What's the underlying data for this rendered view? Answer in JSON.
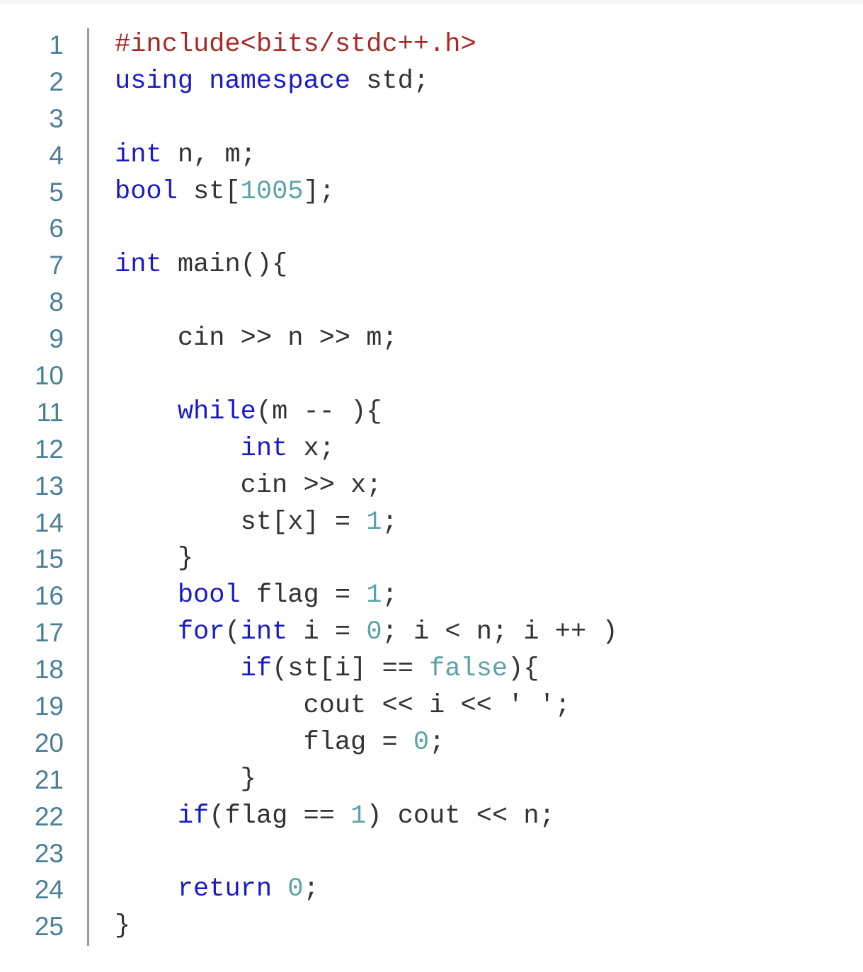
{
  "editor": {
    "colors": {
      "background": "#ffffff",
      "line_number": "#4a7f98",
      "gutter_border": "#9a9a9a",
      "keyword": "#1a1ac9",
      "number": "#5aa4a8",
      "preprocessor": "#a82a28",
      "default_text": "#333333"
    },
    "lines": [
      {
        "number": "1",
        "tokens": [
          {
            "text": "#include<bits/stdc++.h>",
            "type": "meta"
          }
        ]
      },
      {
        "number": "2",
        "tokens": [
          {
            "text": "using namespace",
            "type": "kw"
          },
          {
            "text": " std;",
            "type": "default"
          }
        ]
      },
      {
        "number": "3",
        "tokens": []
      },
      {
        "number": "4",
        "tokens": [
          {
            "text": "int",
            "type": "kw"
          },
          {
            "text": " n, m;",
            "type": "default"
          }
        ]
      },
      {
        "number": "5",
        "tokens": [
          {
            "text": "bool",
            "type": "kw"
          },
          {
            "text": " st[",
            "type": "default"
          },
          {
            "text": "1005",
            "type": "num"
          },
          {
            "text": "];",
            "type": "default"
          }
        ]
      },
      {
        "number": "6",
        "tokens": []
      },
      {
        "number": "7",
        "tokens": [
          {
            "text": "int",
            "type": "kw"
          },
          {
            "text": " main(){",
            "type": "default"
          }
        ]
      },
      {
        "number": "8",
        "tokens": []
      },
      {
        "number": "9",
        "tokens": [
          {
            "text": "    cin >> n >> m;",
            "type": "default"
          }
        ]
      },
      {
        "number": "10",
        "tokens": []
      },
      {
        "number": "11",
        "tokens": [
          {
            "text": "    ",
            "type": "default"
          },
          {
            "text": "while",
            "type": "kw"
          },
          {
            "text": "(m -- ){",
            "type": "default"
          }
        ]
      },
      {
        "number": "12",
        "tokens": [
          {
            "text": "        ",
            "type": "default"
          },
          {
            "text": "int",
            "type": "kw"
          },
          {
            "text": " x;",
            "type": "default"
          }
        ]
      },
      {
        "number": "13",
        "tokens": [
          {
            "text": "        cin >> x;",
            "type": "default"
          }
        ]
      },
      {
        "number": "14",
        "tokens": [
          {
            "text": "        st[x] = ",
            "type": "default"
          },
          {
            "text": "1",
            "type": "num"
          },
          {
            "text": ";",
            "type": "default"
          }
        ]
      },
      {
        "number": "15",
        "tokens": [
          {
            "text": "    }",
            "type": "default"
          }
        ]
      },
      {
        "number": "16",
        "tokens": [
          {
            "text": "    ",
            "type": "default"
          },
          {
            "text": "bool",
            "type": "kw"
          },
          {
            "text": " flag = ",
            "type": "default"
          },
          {
            "text": "1",
            "type": "num"
          },
          {
            "text": ";",
            "type": "default"
          }
        ]
      },
      {
        "number": "17",
        "tokens": [
          {
            "text": "    ",
            "type": "default"
          },
          {
            "text": "for",
            "type": "kw"
          },
          {
            "text": "(",
            "type": "default"
          },
          {
            "text": "int",
            "type": "kw"
          },
          {
            "text": " i = ",
            "type": "default"
          },
          {
            "text": "0",
            "type": "num"
          },
          {
            "text": "; i < n; i ++ )",
            "type": "default"
          }
        ]
      },
      {
        "number": "18",
        "tokens": [
          {
            "text": "        ",
            "type": "default"
          },
          {
            "text": "if",
            "type": "kw"
          },
          {
            "text": "(st[i] == ",
            "type": "default"
          },
          {
            "text": "false",
            "type": "num"
          },
          {
            "text": "){",
            "type": "default"
          }
        ]
      },
      {
        "number": "19",
        "tokens": [
          {
            "text": "            cout << i << ' ';",
            "type": "default"
          }
        ]
      },
      {
        "number": "20",
        "tokens": [
          {
            "text": "            flag = ",
            "type": "default"
          },
          {
            "text": "0",
            "type": "num"
          },
          {
            "text": ";",
            "type": "default"
          }
        ]
      },
      {
        "number": "21",
        "tokens": [
          {
            "text": "        }",
            "type": "default"
          }
        ]
      },
      {
        "number": "22",
        "tokens": [
          {
            "text": "    ",
            "type": "default"
          },
          {
            "text": "if",
            "type": "kw"
          },
          {
            "text": "(flag == ",
            "type": "default"
          },
          {
            "text": "1",
            "type": "num"
          },
          {
            "text": ") cout << n;",
            "type": "default"
          }
        ]
      },
      {
        "number": "23",
        "tokens": []
      },
      {
        "number": "24",
        "tokens": [
          {
            "text": "    ",
            "type": "default"
          },
          {
            "text": "return",
            "type": "kw"
          },
          {
            "text": " ",
            "type": "default"
          },
          {
            "text": "0",
            "type": "num"
          },
          {
            "text": ";",
            "type": "default"
          }
        ]
      },
      {
        "number": "25",
        "tokens": [
          {
            "text": "}",
            "type": "default"
          }
        ]
      }
    ]
  }
}
